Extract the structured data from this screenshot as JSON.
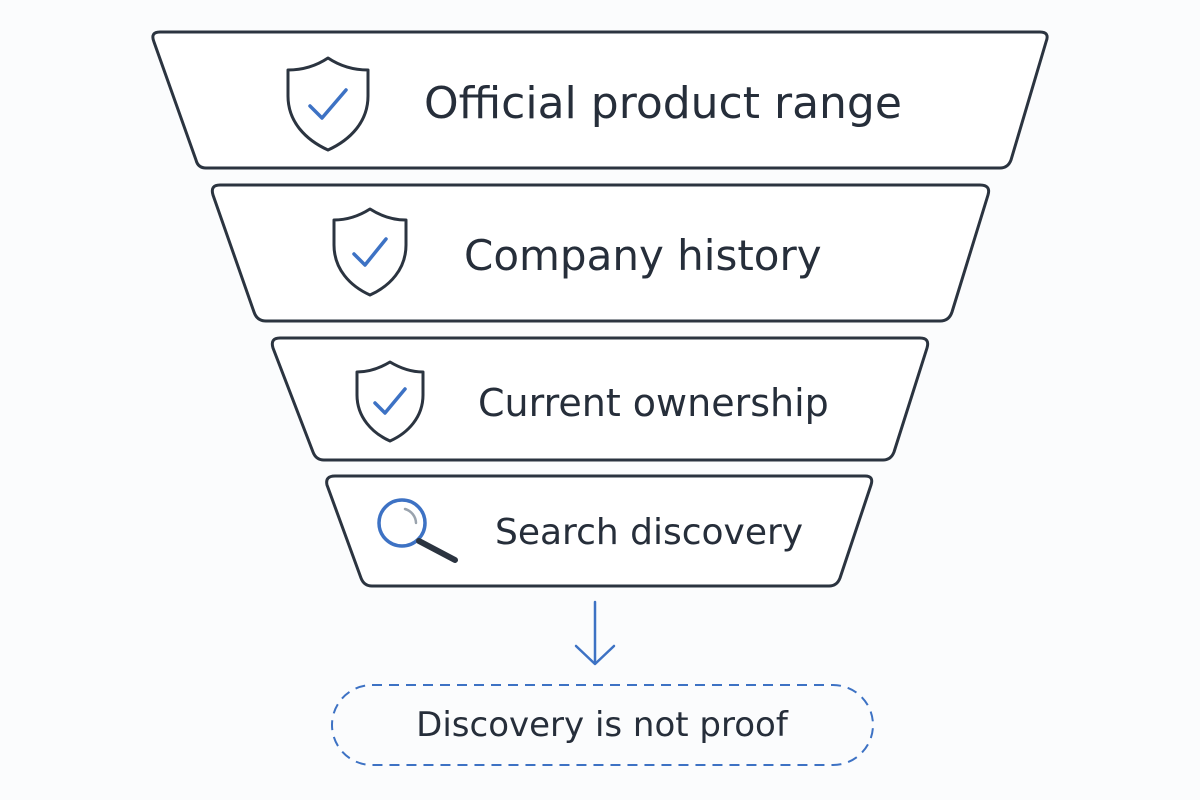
{
  "colors": {
    "accent": "#3d72c4",
    "outline": "#2b3440",
    "text": "#262e3a"
  },
  "funnel": {
    "tiers": [
      {
        "label": "Official product range",
        "icon": "shield-check-icon"
      },
      {
        "label": "Company history",
        "icon": "shield-check-icon"
      },
      {
        "label": "Current ownership",
        "icon": "shield-check-icon"
      },
      {
        "label": "Search discovery",
        "icon": "magnifying-glass-icon"
      }
    ]
  },
  "conclusion": {
    "arrow_icon": "arrow-down-icon",
    "label": "Discovery is not proof"
  }
}
